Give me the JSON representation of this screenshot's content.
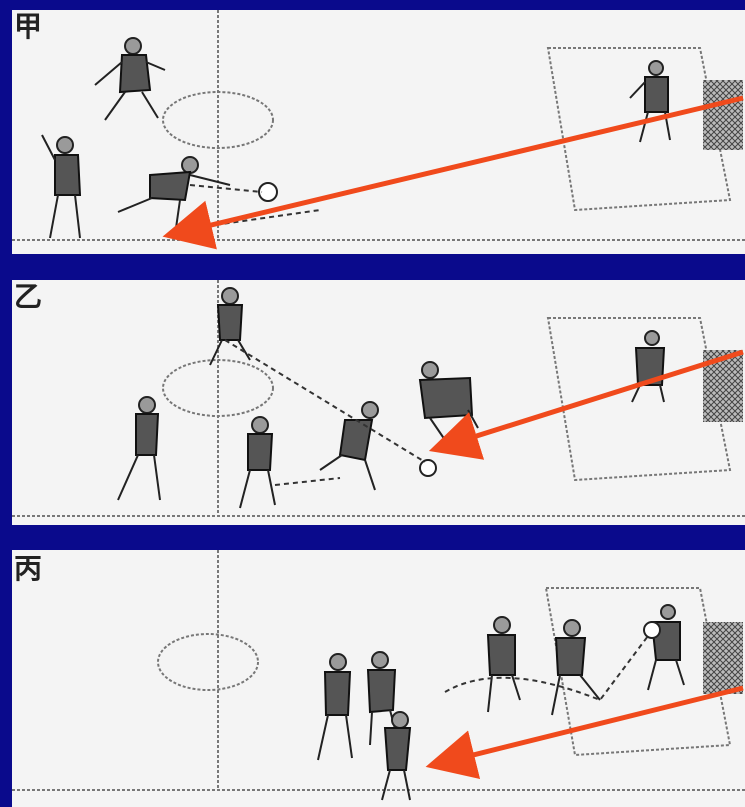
{
  "panels": [
    {
      "label": "甲"
    },
    {
      "label": "乙"
    },
    {
      "label": "丙"
    }
  ],
  "colors": {
    "background": "#0a0a8c",
    "arrow": "#f04a1c",
    "field": "#f4f4f4"
  },
  "icons": [
    "soccer-field",
    "player-figure",
    "ball-icon",
    "goal-net-icon",
    "red-arrow"
  ]
}
